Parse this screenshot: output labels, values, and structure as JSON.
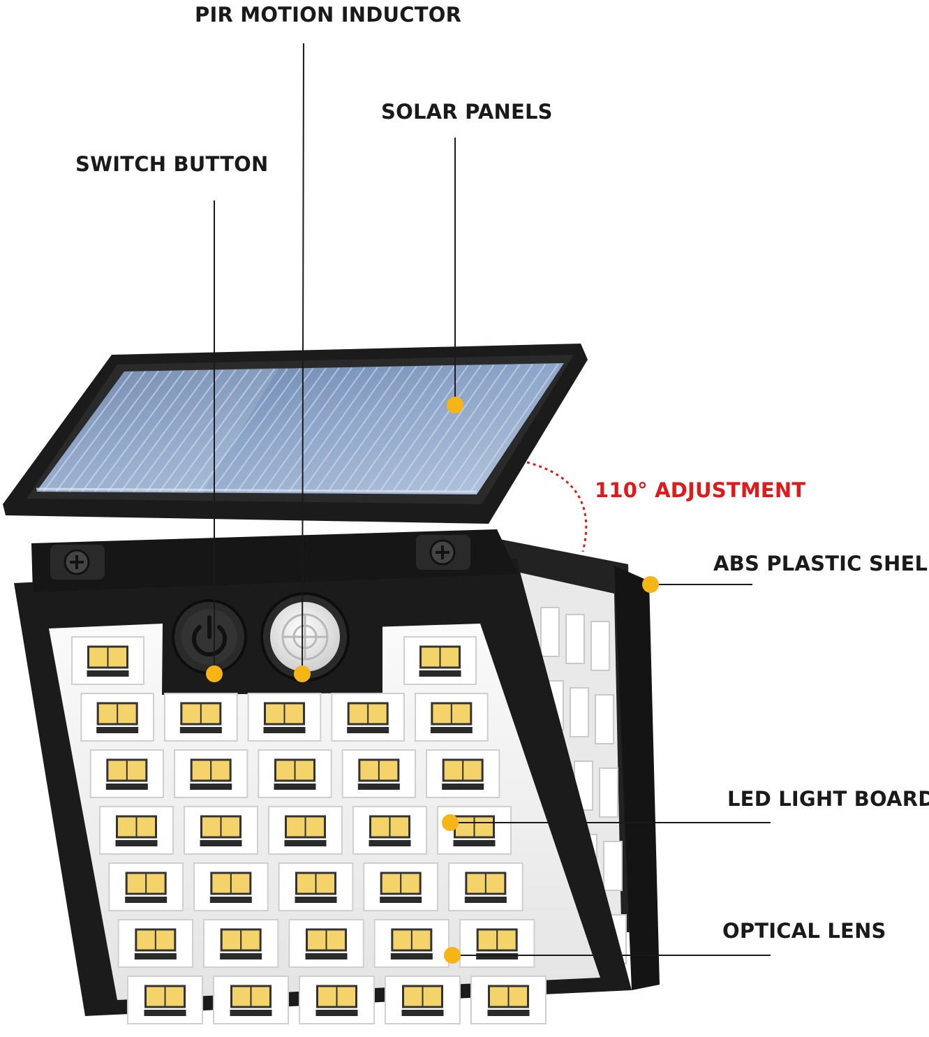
{
  "colors": {
    "background": "#ffffff",
    "label_text": "#1a1a1a",
    "adjustment_text": "#e01a1a",
    "callout_dot": "#f5b516",
    "leader_line": "#1a1a1a",
    "housing": "#1b1b1b",
    "solar_cell": "#7a93b8",
    "led_board": "#f2f2f2",
    "led_chip": "#f3d36a"
  },
  "icons": {
    "switch_button": "power-icon",
    "pir_sensor": "motion-sensor-icon"
  },
  "labels": {
    "pir": "PIR MOTION INDUCTOR",
    "solar": "SOLAR PANELS",
    "switch": "SWITCH BUTTON",
    "adjustment": "110° ADJUSTMENT",
    "shell": "ABS PLASTIC SHELL",
    "led_board": "LED LIGHT BOARD",
    "lens": "OPTICAL LENS"
  }
}
